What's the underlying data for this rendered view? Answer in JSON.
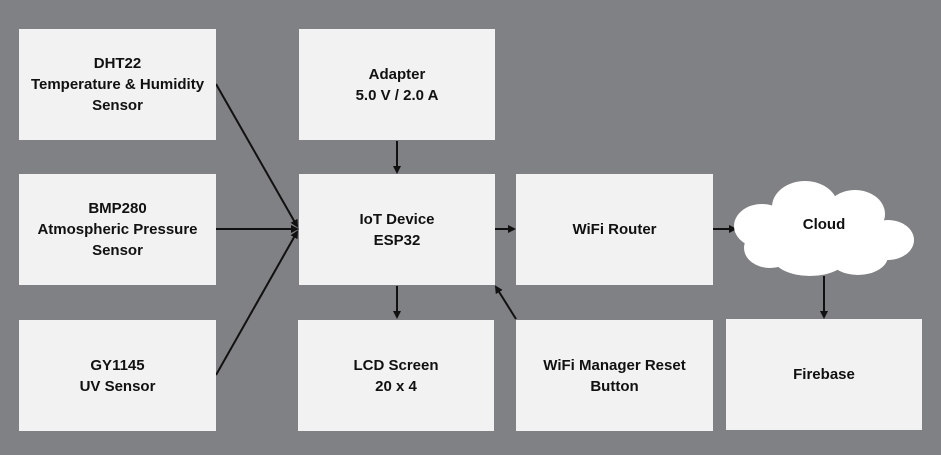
{
  "blocks": {
    "dht22": {
      "line1": "DHT22",
      "line2": "Temperature & Humidity",
      "line3": "Sensor"
    },
    "bmp280": {
      "line1": "BMP280",
      "line2": "Atmospheric Pressure",
      "line3": "Sensor"
    },
    "gy1145": {
      "line1": "GY1145",
      "line2": "UV Sensor"
    },
    "adapter": {
      "line1": "Adapter",
      "line2": "5.0 V / 2.0 A"
    },
    "iot": {
      "line1": "IoT Device",
      "line2": "ESP32"
    },
    "lcd": {
      "line1": "LCD Screen",
      "line2": "20 x 4"
    },
    "router": {
      "line1": "WiFi Router"
    },
    "reset": {
      "line1": "WiFi Manager Reset",
      "line2": "Button"
    },
    "cloud": {
      "line1": "Cloud"
    },
    "firebase": {
      "line1": "Firebase"
    }
  },
  "colors": {
    "background": "#808184",
    "block": "#f2f2f2",
    "line": "#111111",
    "cloud": "#ffffff"
  }
}
